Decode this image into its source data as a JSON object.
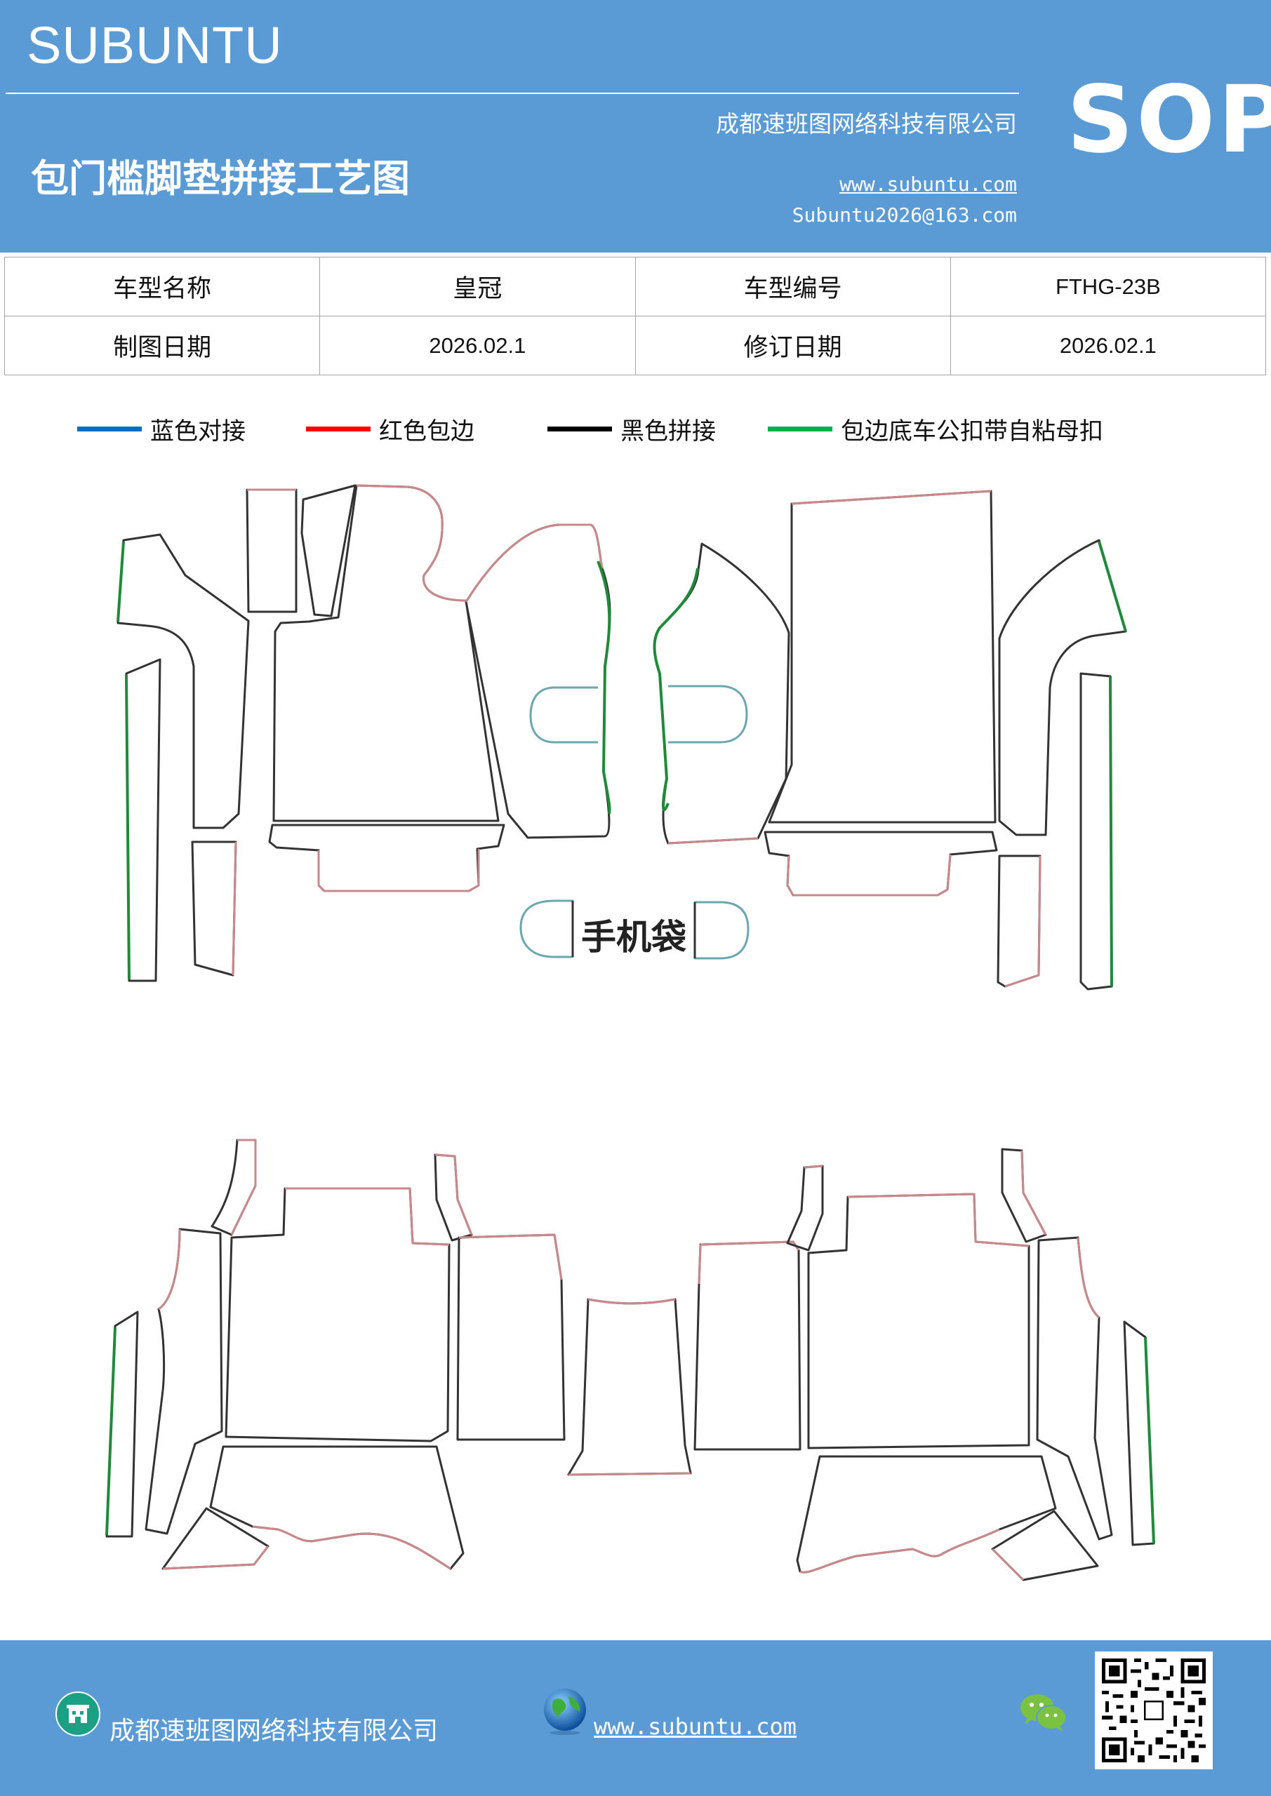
{
  "header": {
    "brand": "SUBUNTU",
    "company": "成都速班图网络科技有限公司",
    "title": "包门槛脚垫拼接工艺图",
    "website": "www.subuntu.com",
    "email": "Subuntu2026@163.com",
    "badge": "SOP"
  },
  "info_table": {
    "rows": [
      {
        "label1": "车型名称",
        "value1": "皇冠",
        "label2": "车型编号",
        "value2": "FTHG-23B"
      },
      {
        "label1": "制图日期",
        "value1": "2026.02.1",
        "label2": "修订日期",
        "value2": "2026.02.1"
      }
    ]
  },
  "legend": [
    {
      "label": "蓝色对接",
      "color": "#0070c0"
    },
    {
      "label": "红色包边",
      "color": "#ff0000"
    },
    {
      "label": "黑色拼接",
      "color": "#000000"
    },
    {
      "label": "包边底车公扣带自粘母扣",
      "color": "#00b050"
    }
  ],
  "drawing": {
    "pouch_label": "手机袋",
    "edge_colors": {
      "outline": "#333333",
      "binding": "#c9898c",
      "velcro": "#1e8a3a",
      "butt_joint": "#6aa7b0"
    }
  },
  "footer": {
    "company": "成都速班图网络科技有限公司",
    "website": "www.subuntu.com",
    "icons": [
      "building-icon",
      "globe-icon",
      "wechat-icon",
      "qr-code"
    ]
  }
}
